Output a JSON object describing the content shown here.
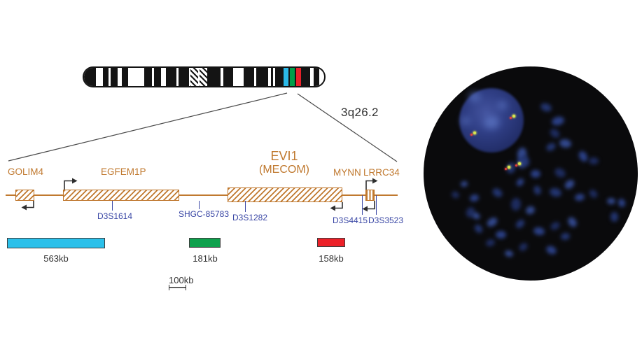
{
  "locus": {
    "label": "3q26.2"
  },
  "ideogram": {
    "band_colors": {
      "k": "#141414",
      "c": "#2bb9e8",
      "g": "#009e49",
      "r": "#e8212a"
    },
    "bands": [
      [
        0,
        19,
        "k"
      ],
      [
        29,
        8,
        "k"
      ],
      [
        40,
        10,
        "k"
      ],
      [
        56,
        9,
        "k"
      ],
      [
        88,
        11,
        "k"
      ],
      [
        102,
        10,
        "k"
      ],
      [
        119,
        15,
        "k"
      ],
      [
        137,
        15,
        "k"
      ],
      [
        154,
        11,
        "h"
      ],
      [
        167,
        11,
        "h"
      ],
      [
        178,
        19,
        "k"
      ],
      [
        201,
        14,
        "k"
      ],
      [
        230,
        15,
        "k"
      ],
      [
        248,
        17,
        "k"
      ],
      [
        269,
        3,
        "k"
      ],
      [
        275,
        12,
        "k"
      ],
      [
        287,
        7,
        "c"
      ],
      [
        294,
        2,
        "k"
      ],
      [
        296,
        7,
        "g"
      ],
      [
        303,
        2,
        "k"
      ],
      [
        305,
        7,
        "r"
      ],
      [
        312,
        13,
        "k"
      ],
      [
        330,
        8,
        "k"
      ]
    ]
  },
  "map": {
    "genes": [
      {
        "label": "GOLIM4"
      },
      {
        "label": "EGFEM1P"
      },
      {
        "label": "EVI1",
        "alias": "(MECOM)"
      },
      {
        "label": "MYNN"
      },
      {
        "label": "LRRC34"
      }
    ],
    "markers": [
      {
        "label": "D3S1614"
      },
      {
        "label": "SHGC-85783"
      },
      {
        "label": "D3S1282"
      },
      {
        "label": "D3S4415"
      },
      {
        "label": "D3S3523"
      }
    ]
  },
  "probes": [
    {
      "size": "563kb",
      "color": "#2bc0ea"
    },
    {
      "size": "181kb",
      "color": "#0ea14d"
    },
    {
      "size": "158kb",
      "color": "#ec2028"
    }
  ],
  "scale_bar": {
    "label": "100kb"
  },
  "fish": {
    "palette": [
      "#22346f",
      "#2a3f85",
      "#1d2b5e",
      "#31478c"
    ],
    "blobs": [
      [
        175,
        58,
        16,
        11,
        20
      ],
      [
        192,
        78,
        18,
        12,
        -15
      ],
      [
        187,
        95,
        15,
        11,
        40
      ],
      [
        202,
        110,
        17,
        12,
        10
      ],
      [
        182,
        115,
        14,
        10,
        -30
      ],
      [
        228,
        128,
        16,
        11,
        60
      ],
      [
        243,
        135,
        14,
        10,
        0
      ],
      [
        140,
        125,
        13,
        18,
        10
      ],
      [
        145,
        135,
        12,
        16,
        -20
      ],
      [
        160,
        153,
        14,
        11,
        0
      ],
      [
        195,
        152,
        16,
        12,
        30
      ],
      [
        208,
        168,
        15,
        11,
        -40
      ],
      [
        188,
        180,
        17,
        12,
        15
      ],
      [
        223,
        187,
        14,
        10,
        -10
      ],
      [
        242,
        182,
        13,
        10,
        45
      ],
      [
        268,
        192,
        12,
        9,
        0
      ],
      [
        162,
        177,
        13,
        10,
        70
      ],
      [
        138,
        165,
        12,
        9,
        -50
      ],
      [
        132,
        197,
        14,
        18,
        5
      ],
      [
        152,
        205,
        13,
        11,
        -25
      ],
      [
        105,
        180,
        15,
        11,
        35
      ],
      [
        72,
        188,
        13,
        10,
        -15
      ],
      [
        67,
        208,
        12,
        15,
        20
      ],
      [
        98,
        222,
        16,
        11,
        -35
      ],
      [
        78,
        232,
        13,
        10,
        50
      ],
      [
        110,
        240,
        15,
        11,
        0
      ],
      [
        95,
        252,
        13,
        10,
        -20
      ],
      [
        75,
        213,
        12,
        9,
        30
      ],
      [
        138,
        225,
        14,
        10,
        -45
      ],
      [
        165,
        235,
        16,
        11,
        10
      ],
      [
        188,
        228,
        14,
        10,
        -30
      ],
      [
        212,
        222,
        15,
        11,
        55
      ],
      [
        202,
        243,
        13,
        10,
        -10
      ],
      [
        182,
        262,
        15,
        11,
        25
      ],
      [
        142,
        258,
        13,
        10,
        -40
      ],
      [
        122,
        267,
        12,
        9,
        15
      ],
      [
        272,
        215,
        11,
        14,
        0
      ],
      [
        283,
        195,
        10,
        12,
        -20
      ],
      [
        45,
        183,
        11,
        9,
        30
      ],
      [
        58,
        168,
        10,
        8,
        -10
      ],
      [
        125,
        145,
        12,
        16,
        15
      ],
      [
        139,
        138,
        11,
        15,
        -25
      ]
    ],
    "nucleus_patches": [
      [
        73,
        43,
        16,
        13
      ],
      [
        97,
        80,
        22,
        18
      ],
      [
        112,
        55,
        13,
        11
      ],
      [
        60,
        78,
        12,
        10
      ]
    ],
    "signals": [
      [
        127,
        69
      ],
      [
        71,
        93
      ],
      [
        120,
        142
      ],
      [
        135,
        137
      ]
    ]
  }
}
